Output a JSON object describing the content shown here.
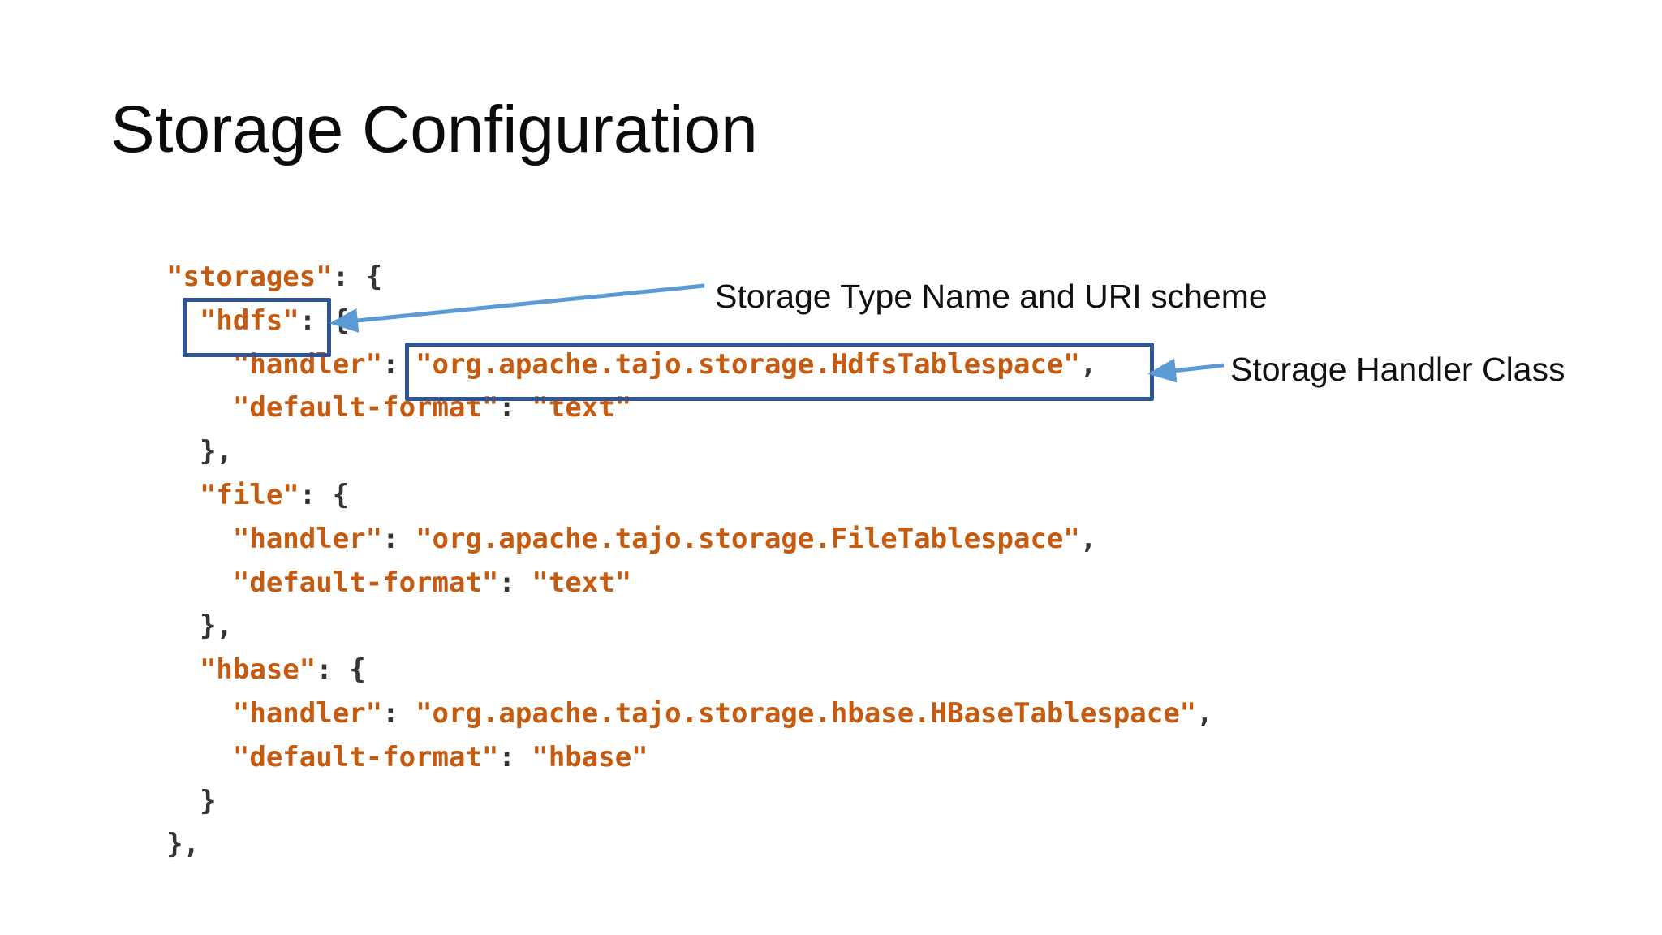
{
  "title": "Storage Configuration",
  "code": {
    "language": "json",
    "lines": [
      {
        "tokens": [
          {
            "t": "s",
            "v": "\"storages\""
          },
          {
            "t": "p",
            "v": ": {"
          }
        ]
      },
      {
        "tokens": [
          {
            "t": "p",
            "v": "  "
          },
          {
            "t": "s",
            "v": "\"hdfs\""
          },
          {
            "t": "p",
            "v": ": {"
          }
        ]
      },
      {
        "tokens": [
          {
            "t": "p",
            "v": "    "
          },
          {
            "t": "s",
            "v": "\"handler\""
          },
          {
            "t": "p",
            "v": ": "
          },
          {
            "t": "s",
            "v": "\"org.apache.tajo.storage.HdfsTablespace\""
          },
          {
            "t": "p",
            "v": ","
          }
        ]
      },
      {
        "tokens": [
          {
            "t": "p",
            "v": "    "
          },
          {
            "t": "s",
            "v": "\"default-format\""
          },
          {
            "t": "p",
            "v": ": "
          },
          {
            "t": "s",
            "v": "\"text\""
          }
        ]
      },
      {
        "tokens": [
          {
            "t": "p",
            "v": "  },"
          }
        ]
      },
      {
        "tokens": [
          {
            "t": "p",
            "v": "  "
          },
          {
            "t": "s",
            "v": "\"file\""
          },
          {
            "t": "p",
            "v": ": {"
          }
        ]
      },
      {
        "tokens": [
          {
            "t": "p",
            "v": "    "
          },
          {
            "t": "s",
            "v": "\"handler\""
          },
          {
            "t": "p",
            "v": ": "
          },
          {
            "t": "s",
            "v": "\"org.apache.tajo.storage.FileTablespace\""
          },
          {
            "t": "p",
            "v": ","
          }
        ]
      },
      {
        "tokens": [
          {
            "t": "p",
            "v": "    "
          },
          {
            "t": "s",
            "v": "\"default-format\""
          },
          {
            "t": "p",
            "v": ": "
          },
          {
            "t": "s",
            "v": "\"text\""
          }
        ]
      },
      {
        "tokens": [
          {
            "t": "p",
            "v": "  },"
          }
        ]
      },
      {
        "tokens": [
          {
            "t": "p",
            "v": "  "
          },
          {
            "t": "s",
            "v": "\"hbase\""
          },
          {
            "t": "p",
            "v": ": {"
          }
        ]
      },
      {
        "tokens": [
          {
            "t": "p",
            "v": "    "
          },
          {
            "t": "s",
            "v": "\"handler\""
          },
          {
            "t": "p",
            "v": ": "
          },
          {
            "t": "s",
            "v": "\"org.apache.tajo.storage.hbase.HBaseTablespace\""
          },
          {
            "t": "p",
            "v": ","
          }
        ]
      },
      {
        "tokens": [
          {
            "t": "p",
            "v": "    "
          },
          {
            "t": "s",
            "v": "\"default-format\""
          },
          {
            "t": "p",
            "v": ": "
          },
          {
            "t": "s",
            "v": "\"hbase\""
          }
        ]
      },
      {
        "tokens": [
          {
            "t": "p",
            "v": "  }"
          }
        ]
      },
      {
        "tokens": [
          {
            "t": "p",
            "v": "},"
          }
        ]
      }
    ]
  },
  "annotations": [
    {
      "text": "Storage Type Name and URI scheme",
      "target": "hdfs-key"
    },
    {
      "text": "Storage Handler Class",
      "target": "handler-value"
    }
  ],
  "colors": {
    "code_orange": "#C55A11",
    "code_dark": "#353535",
    "box_blue": "#2F5597",
    "arrow_blue": "#5B9BD5",
    "title_black": "#0b0b0b",
    "ann_black": "#111111"
  }
}
